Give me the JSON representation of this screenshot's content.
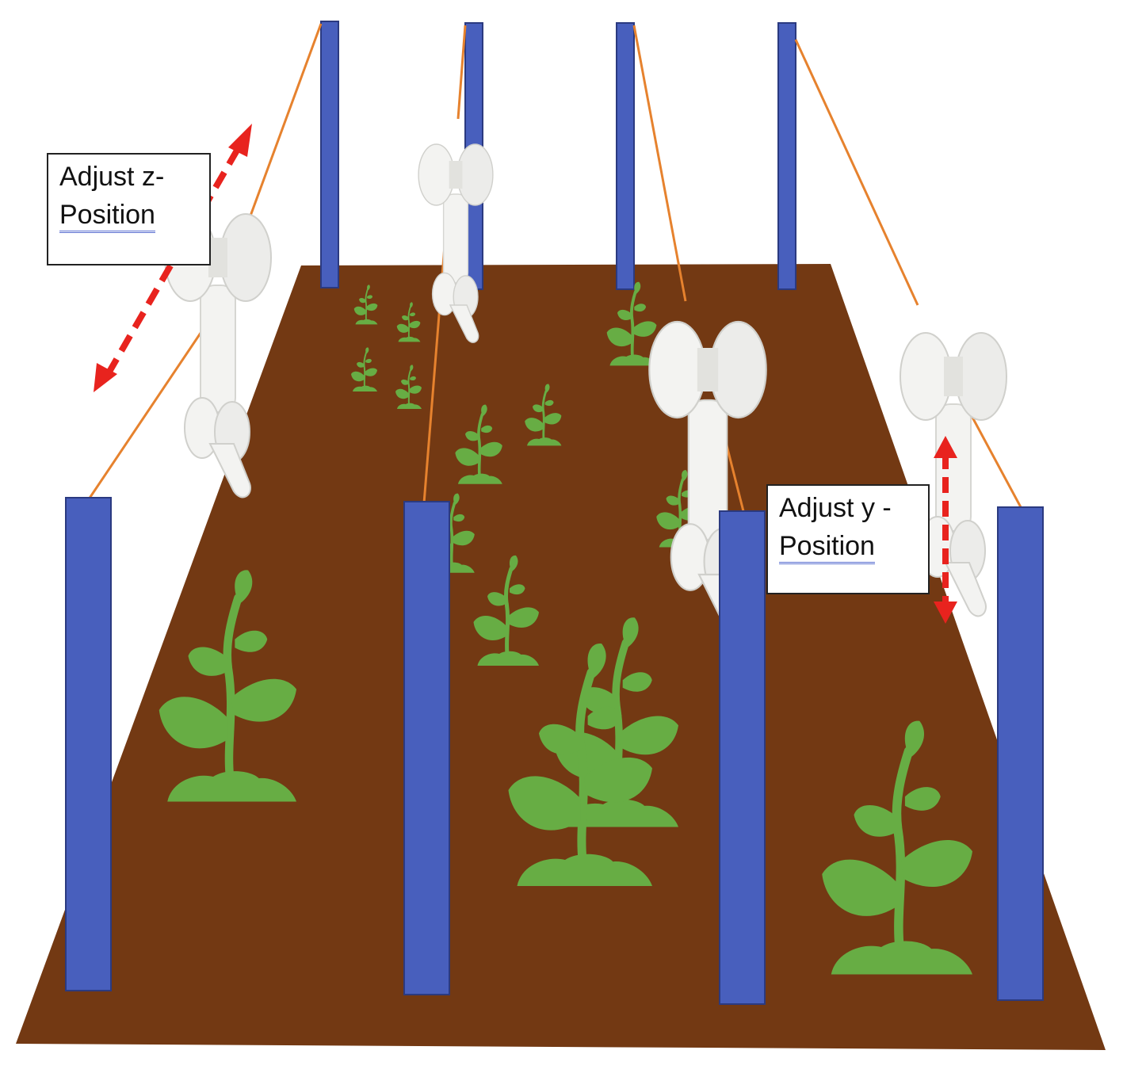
{
  "labels": {
    "z": {
      "line1": "Adjust z-",
      "line2": "Position"
    },
    "y": {
      "line1": "Adjust y -",
      "line2": "Position"
    }
  },
  "colors": {
    "soil": "#733913",
    "post": "#485fbd",
    "cable": "#e6822e",
    "plant": "#67ad44",
    "robot": "#f3f3f1",
    "robot_shade": "#cfcfcb",
    "arrow": "#e8231e"
  },
  "icons": [
    "plant-icon",
    "robot-arm-icon",
    "double-arrow-icon"
  ]
}
